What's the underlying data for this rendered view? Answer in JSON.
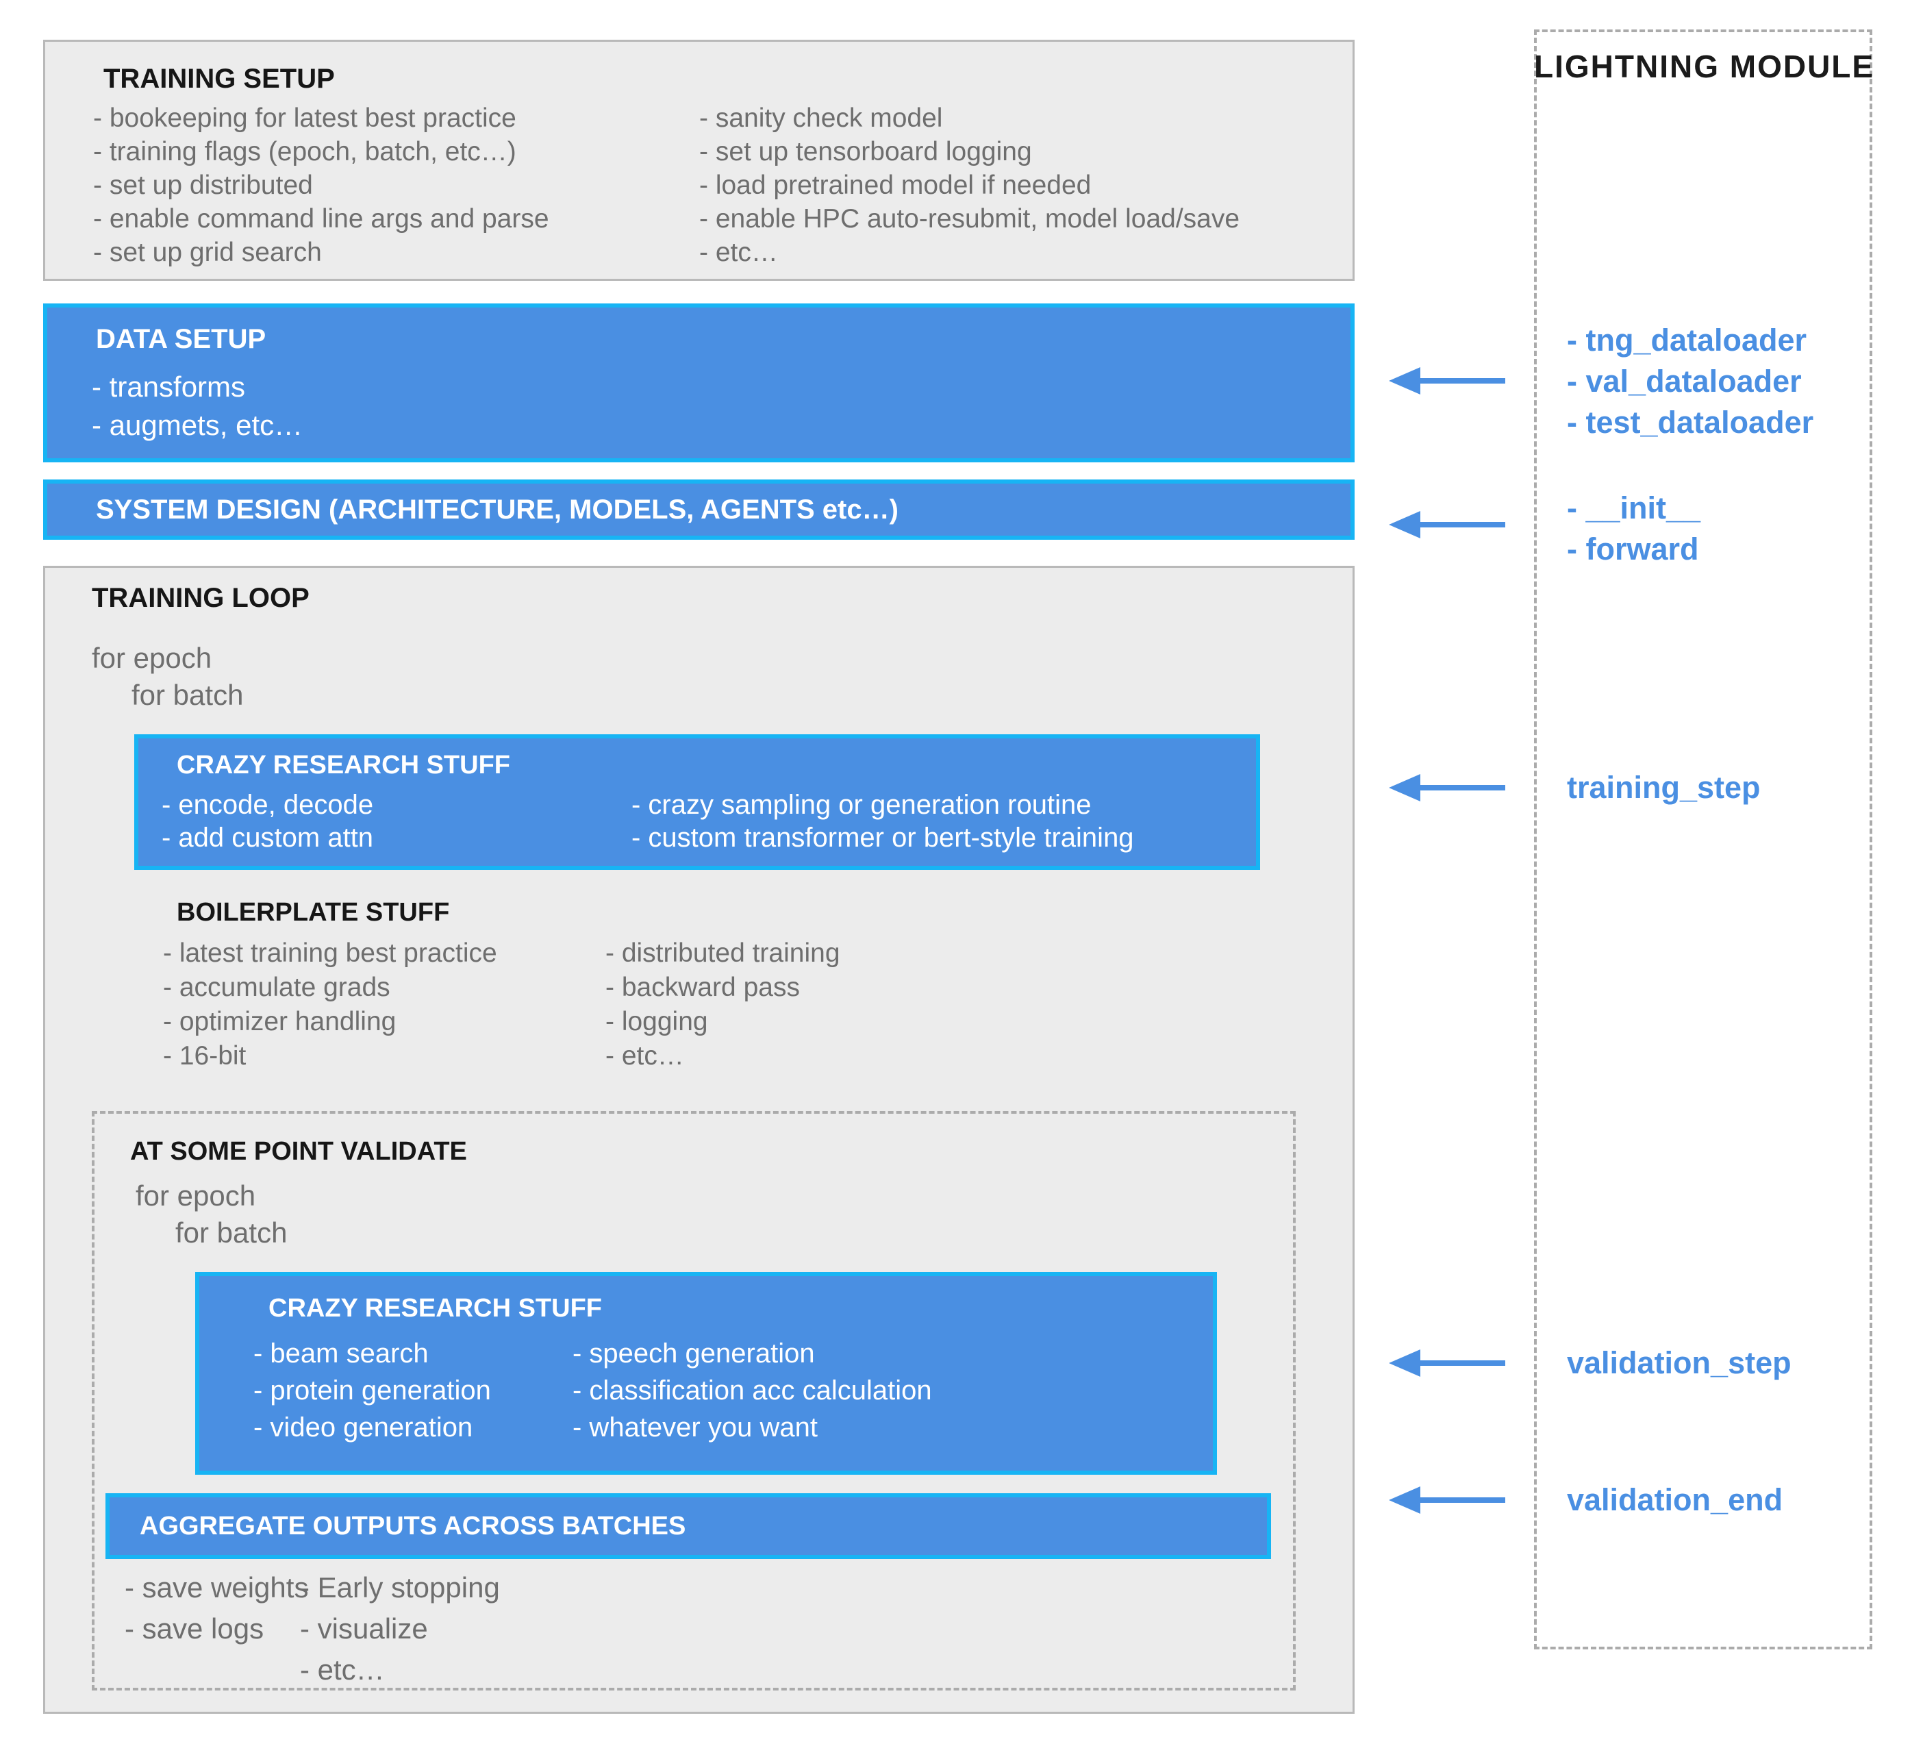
{
  "colors": {
    "accent_blue": "#4a8fe2",
    "border_cyan": "#17b4f4",
    "box_gray": "#ececec",
    "box_gray_border": "#b9b9b9",
    "dash_gray": "#ababab",
    "text_gray": "#6e6e6e",
    "text_black": "#161616",
    "text_white": "#ffffff"
  },
  "training_setup": {
    "title": "TRAINING SETUP",
    "left_items": [
      "- bookeeping for latest best practice",
      "- training flags (epoch, batch, etc…)",
      "- set up distributed",
      "- enable command line args and parse",
      "- set up grid search"
    ],
    "right_items": [
      "- sanity check model",
      "- set up tensorboard logging",
      "- load pretrained model if needed",
      "- enable HPC auto-resubmit, model load/save",
      "- etc…"
    ]
  },
  "data_setup": {
    "title": "DATA SETUP",
    "items": [
      "- transforms",
      "- augmets, etc…"
    ]
  },
  "system_design": {
    "title": "SYSTEM DESIGN (ARCHITECTURE, MODELS, AGENTS etc…)"
  },
  "training_loop": {
    "title": "TRAINING LOOP",
    "loop_lines": [
      "for epoch",
      "for batch"
    ],
    "crazy_research": {
      "title": "CRAZY RESEARCH STUFF",
      "left_items": [
        "- encode, decode",
        "- add custom attn"
      ],
      "right_items": [
        "- crazy sampling or generation routine",
        "- custom transformer or bert-style training"
      ]
    },
    "boilerplate": {
      "title": "BOILERPLATE STUFF",
      "left_items": [
        "- latest training best practice",
        "- accumulate grads",
        "- optimizer handling",
        "- 16-bit"
      ],
      "right_items": [
        "- distributed training",
        "- backward pass",
        "- logging",
        "- etc…"
      ]
    },
    "validate": {
      "title": "AT SOME POINT VALIDATE",
      "loop_lines": [
        "for epoch",
        "for batch"
      ],
      "crazy_research": {
        "title": "CRAZY RESEARCH STUFF",
        "left_items": [
          "- beam search",
          "- protein generation",
          "- video generation"
        ],
        "right_items": [
          "- speech generation",
          "- classification acc calculation",
          "- whatever you want"
        ]
      },
      "aggregate": {
        "title": "AGGREGATE OUTPUTS ACROSS BATCHES"
      },
      "post_items_col1": [
        "- save weights",
        "- save logs"
      ],
      "post_items_col2": [
        "- Early stopping",
        "- visualize",
        "- etc…"
      ]
    }
  },
  "lightning_module": {
    "title": "LIGHTNING MODULE",
    "dataloaders": [
      "- tng_dataloader",
      "- val_dataloader",
      "- test_dataloader"
    ],
    "init_forward": [
      "- __init__",
      "- forward"
    ],
    "training_step": "training_step",
    "validation_step": "validation_step",
    "validation_end": "validation_end"
  }
}
